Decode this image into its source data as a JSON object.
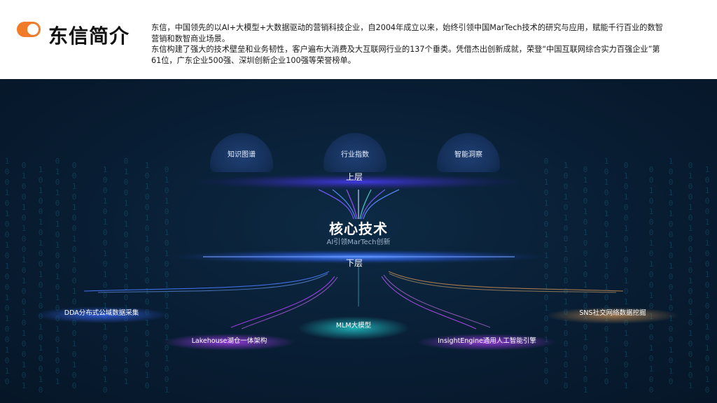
{
  "header": {
    "title": "东信简介",
    "paragraph_1": "东信，中国领先的以AI+大模型+大数据驱动的营销科技企业，自2004年成立以来，始终引领中国MarTech技术的研究与应用，赋能千行百业的数智营销和数智商业场景。",
    "paragraph_2": "东信构建了强大的技术壁垒和业务韧性，客户遍布大消费及大互联网行业的137个垂类。凭借杰出创新成就，荣登“中国互联网综合实力百强企业”第61位，广东企业500强、深圳创新企业100强等荣誉榜单。"
  },
  "diagram": {
    "upper_bubbles": [
      "知识图谱",
      "行业指数",
      "智能洞察"
    ],
    "upper_label": "上层",
    "core_title": "核心技术",
    "core_subtitle": "AI引领MarTech创新",
    "lower_label": "下层",
    "lower_nodes": [
      "DDA分布式公域数据采集",
      "Lakehouse湖仓一体架构",
      "MLM大模型",
      "InsightEngine通用人工智能引擎",
      "SNS社交网络数据挖掘"
    ]
  },
  "colors": {
    "accent_orange": "#f07c2a",
    "panel_bg": "#081d33",
    "glow_blue": "#3a6bff",
    "glow_purple": "#b040ff",
    "glow_teal": "#21c6c9",
    "glow_bronze": "#c08a52"
  },
  "icons": {
    "logo": "toggle-logo-icon"
  }
}
